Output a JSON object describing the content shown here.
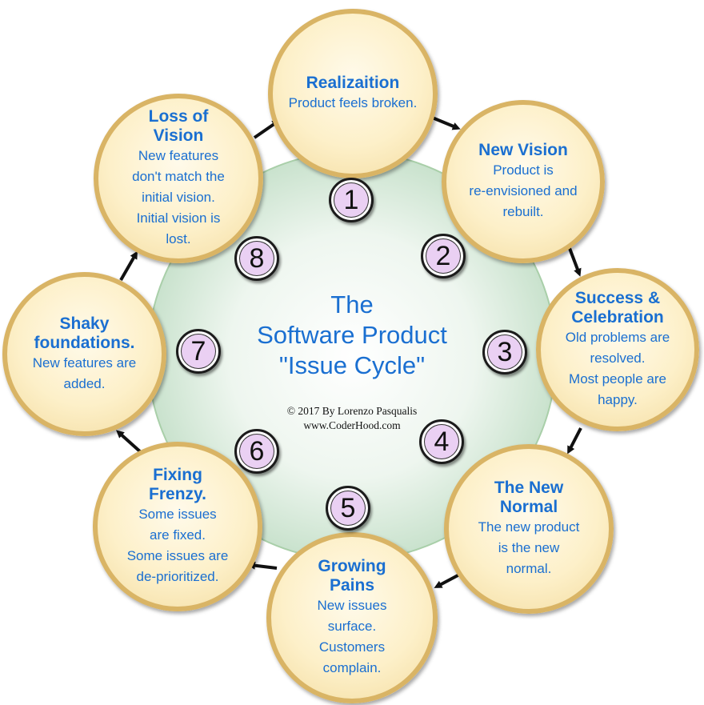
{
  "diagram": {
    "center": {
      "line1": "The",
      "line2": "Software Product",
      "line3": "\"Issue Cycle\""
    },
    "credit": {
      "line1": "© 2017 By Lorenzo Pasqualis",
      "line2": "www.CoderHood.com"
    },
    "colors": {
      "text": "#1a6fd1",
      "node_border": "#d9b465",
      "node_fill": "#fdf0c9",
      "center_fill": "#d9ebdc",
      "number_fill": "#ead0f3"
    },
    "stages": [
      {
        "number": "1",
        "title": "Realizaition",
        "desc": "Product feels broken."
      },
      {
        "number": "2",
        "title": "New Vision",
        "desc": "Product is\nre-envisioned and\nrebuilt."
      },
      {
        "number": "3",
        "title": "Success &\nCelebration",
        "desc": "Old problems are\nresolved.\nMost people are\nhappy."
      },
      {
        "number": "4",
        "title": "The New\nNormal",
        "desc": "The new product\nis the new\nnormal."
      },
      {
        "number": "5",
        "title": "Growing\nPains",
        "desc": "New issues\nsurface.\nCustomers\ncomplain."
      },
      {
        "number": "6",
        "title": "Fixing\nFrenzy.",
        "desc": "Some issues\nare fixed.\nSome issues are\nde-prioritized."
      },
      {
        "number": "7",
        "title": "Shaky\nfoundations.",
        "desc": "New features are\nadded."
      },
      {
        "number": "8",
        "title": "Loss of\nVision",
        "desc": "New features\ndon't match the\ninitial vision.\nInitial vision is\nlost."
      }
    ]
  }
}
